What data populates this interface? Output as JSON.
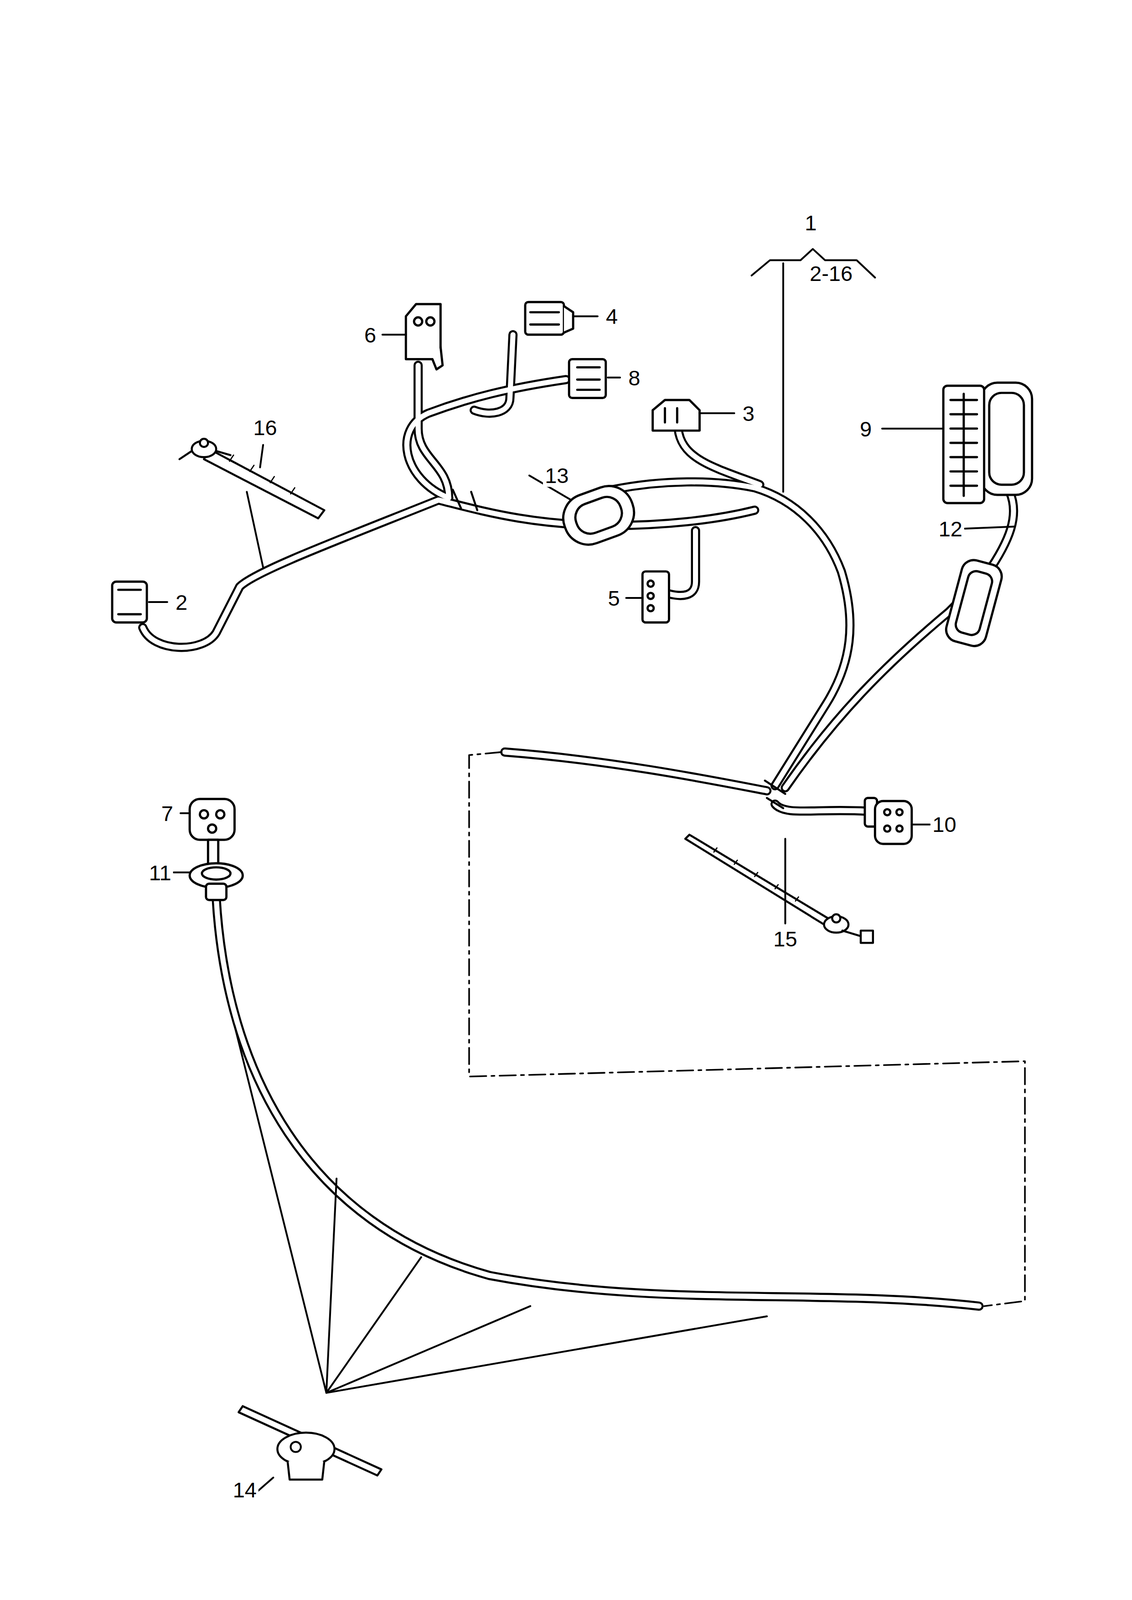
{
  "diagram": {
    "labels": [
      "1",
      "2-16",
      "6",
      "4",
      "8",
      "3",
      "16",
      "9",
      "13",
      "12",
      "2",
      "5",
      "7",
      "10",
      "11",
      "15",
      "14"
    ]
  }
}
